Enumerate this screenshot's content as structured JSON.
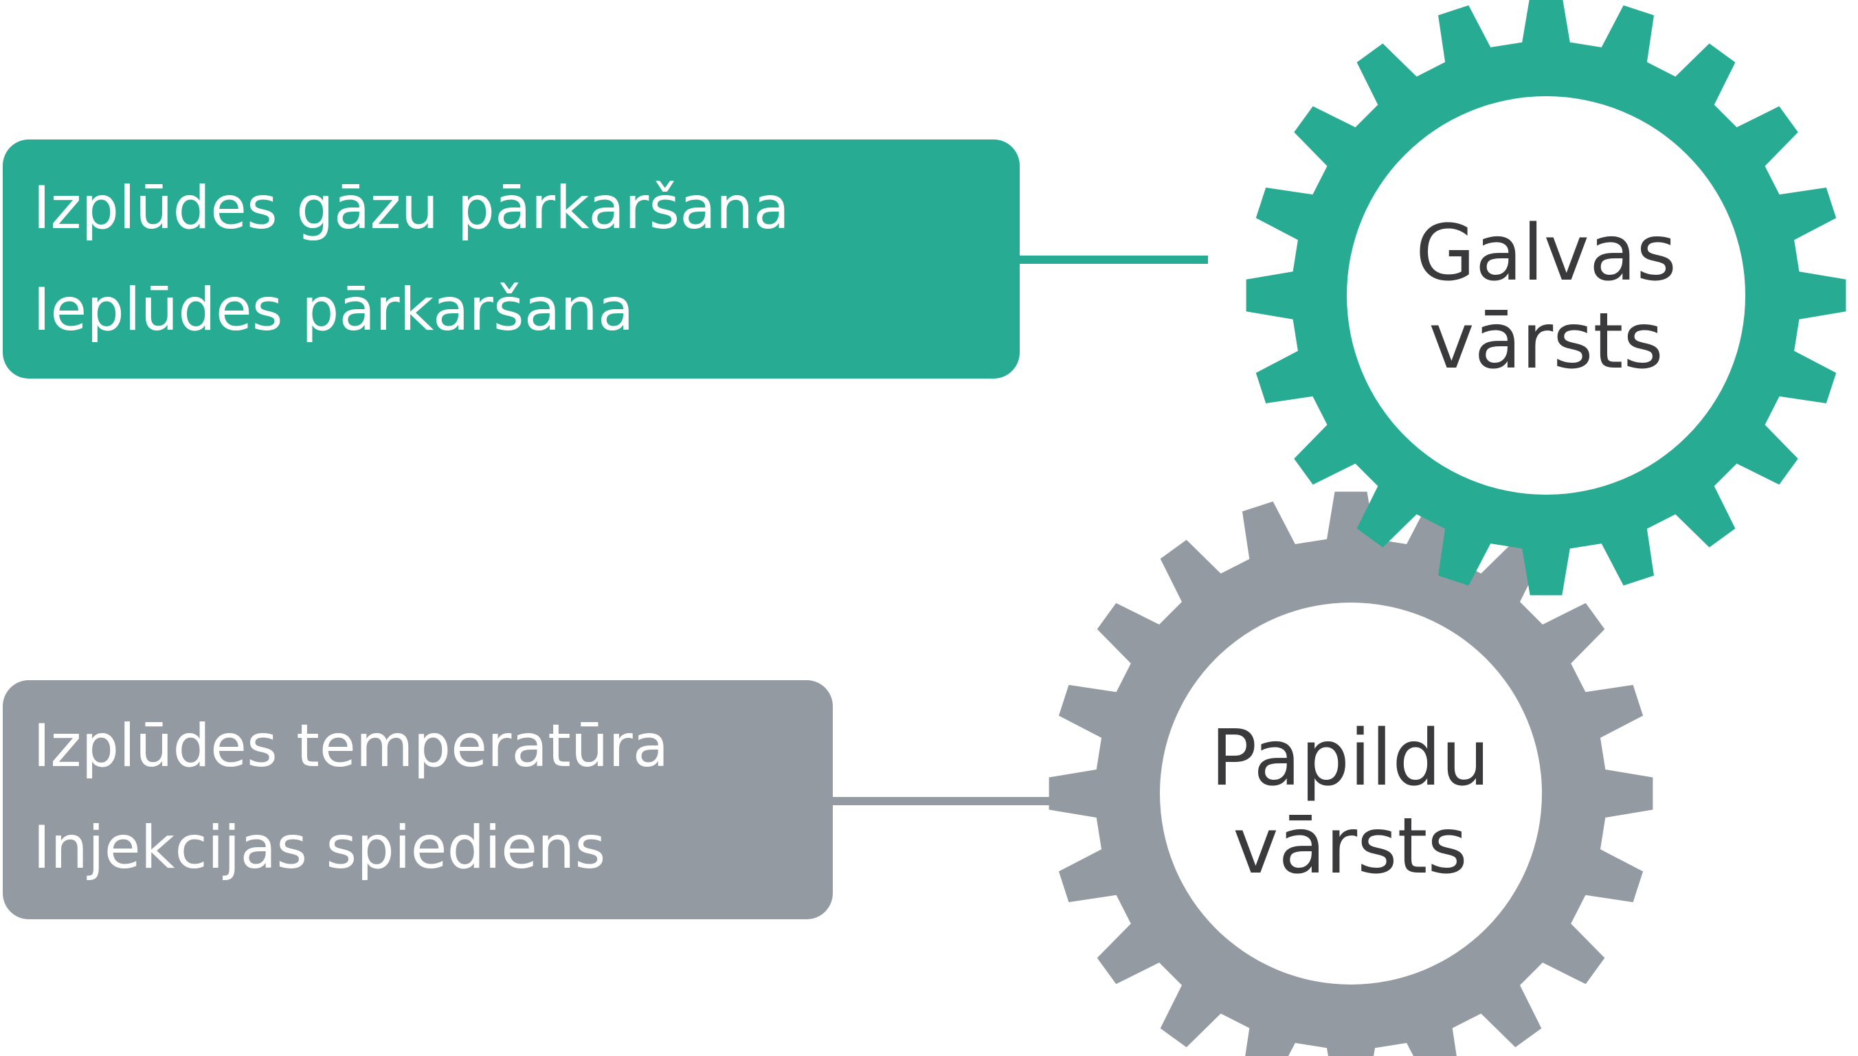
{
  "top_group": {
    "box_lines": [
      "Izplūdes gāzu pārkaršana",
      "Ieplūdes pārkaršana"
    ],
    "gear_lines": [
      "Galvas",
      "vārsts"
    ],
    "color": "#27ab92"
  },
  "bottom_group": {
    "box_lines": [
      "Izplūdes temperatūra",
      "Injekcijas spiediens"
    ],
    "gear_lines": [
      "Papildu",
      "vārsts"
    ],
    "color": "#949aa2"
  },
  "gear_center_color": "#ffffff",
  "label_color": "#3a3a3c",
  "icons": [
    "gear-icon",
    "gear-icon"
  ]
}
